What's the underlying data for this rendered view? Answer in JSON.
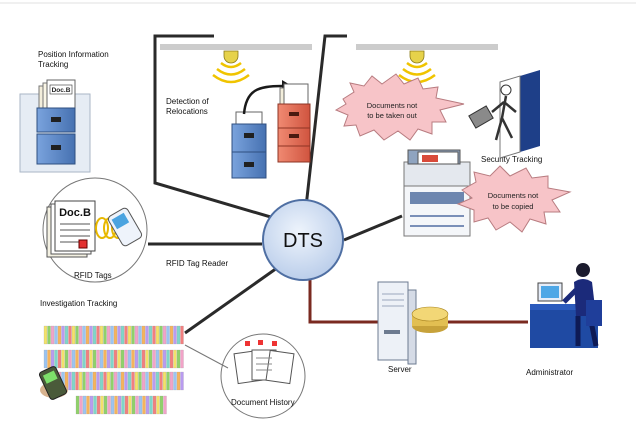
{
  "hub": {
    "label": "DTS"
  },
  "labels": {
    "position_tracking_line1": "Position Information",
    "position_tracking_line2": "Tracking",
    "relocation_line1": "Detection of",
    "relocation_line2": "Relocations",
    "security_tracking": "Security Tracking",
    "rfid_tags": "RFID Tags",
    "rfid_reader": "RFID Tag Reader",
    "investigation_tracking": "Investigation Tracking",
    "document_history": "Document History",
    "server": "Server",
    "administrator": "Administrator"
  },
  "callouts": {
    "no_takeout_line1": "Documents not",
    "no_takeout_line2": "to be taken out",
    "no_copy_line1": "Documents not",
    "no_copy_line2": "to be copied"
  },
  "doc_tags": {
    "doc_b": "Doc.B"
  },
  "colors": {
    "hub_fill": "#c9daf0",
    "hub_stroke": "#4f6fa3",
    "connector": "#2a2a2a",
    "server_link": "#7a2a20",
    "callout_fill": "#f7c4c8",
    "cabinet_blue": "#5b86c5",
    "cabinet_red": "#e46a55"
  },
  "icons": [
    "ceiling-reader-icon",
    "cabinet-icon",
    "rfid-reader-icon",
    "copier-icon",
    "security-gate-icon",
    "server-icon",
    "administrator-icon",
    "document-icon",
    "handheld-reader-icon",
    "file-binders-icon"
  ]
}
